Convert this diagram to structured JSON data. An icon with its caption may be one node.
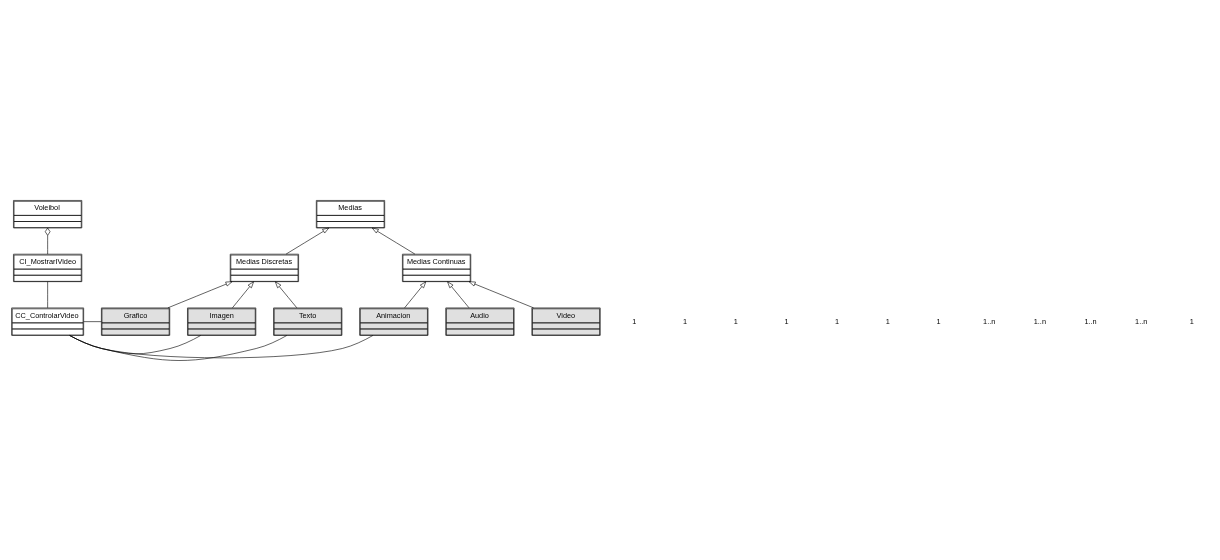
{
  "diagram": {
    "nodes": [
      {
        "text": [
          "Voleibol"
        ]
      },
      {
        "text": [
          "CI_MostrarIVideo"
        ]
      },
      {
        "text": [
          "CC_ControlarVideo"
        ]
      },
      {
        "text": [
          "Medias"
        ]
      },
      {
        "text": [
          "Medias Discretas"
        ]
      },
      {
        "text": [
          "Medias Continuas"
        ]
      },
      {
        "text": [
          "Texto"
        ]
      },
      {
        "text": [
          "Imagen"
        ]
      },
      {
        "text": [
          "Grafico"
        ]
      },
      {
        "text": [
          "Audio"
        ]
      },
      {
        "text": [
          "Animacion"
        ]
      },
      {
        "text": [
          "Video"
        ]
      }
    ],
    "edges": [
      {
        "from": 1,
        "to": 0,
        "arrow": "other"
      },
      {
        "from": 2,
        "to": 1,
        "arrow": "none"
      },
      {
        "from": 4,
        "to": 3,
        "arrow": "to"
      },
      {
        "from": 5,
        "to": 3,
        "arrow": "to"
      },
      {
        "from": 6,
        "to": 4,
        "arrow": "to"
      },
      {
        "from": 7,
        "to": 4,
        "arrow": "to"
      },
      {
        "from": 8,
        "to": 4,
        "arrow": "to"
      },
      {
        "from": 9,
        "to": 5,
        "arrow": "to"
      },
      {
        "from": 10,
        "to": 5,
        "arrow": "to"
      },
      {
        "from": 11,
        "to": 5,
        "arrow": "to"
      },
      {
        "from": 2,
        "to": 6,
        "arrow": "none"
      },
      {
        "from": 2,
        "to": 7,
        "arrow": "none"
      },
      {
        "from": 2,
        "to": 8,
        "arrow": "none"
      },
      {
        "from": 2,
        "to": 10,
        "arrow": "none"
      }
    ],
    "labels": [
      "1",
      "1",
      "1",
      "1",
      "1",
      "1",
      "1",
      "1..n",
      "1..n",
      "1..n",
      "1..n",
      "1"
    ]
  }
}
